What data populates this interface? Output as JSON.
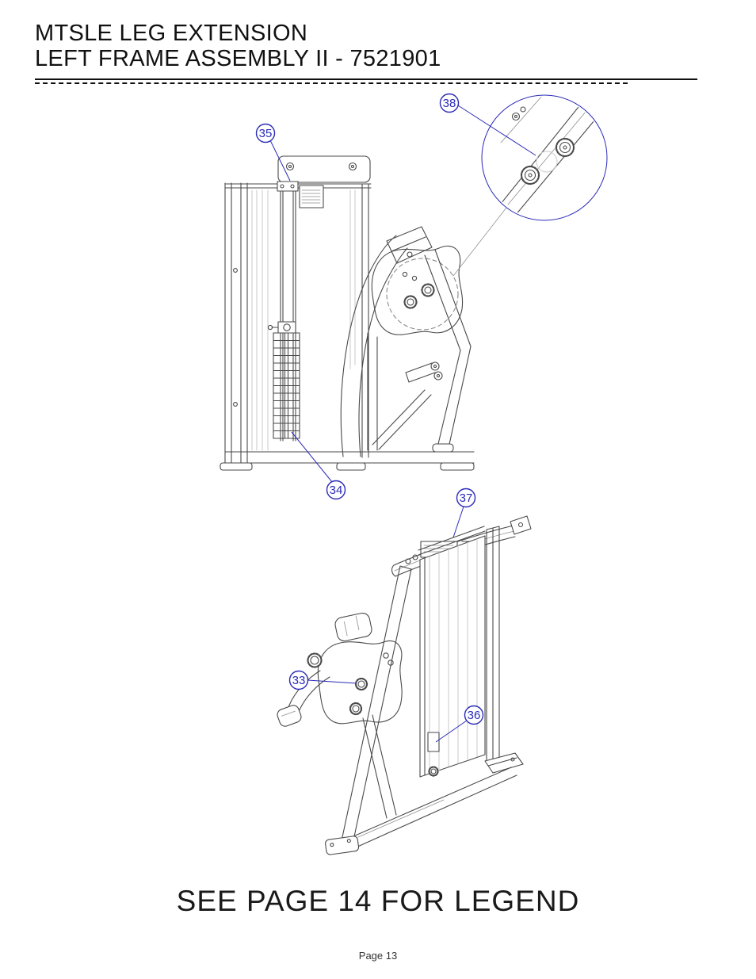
{
  "header": {
    "title_line1": "MTSLE LEG EXTENSION",
    "title_line2": "LEFT FRAME ASSEMBLY II - 7521901"
  },
  "footer": {
    "legend_note": "SEE PAGE 14 FOR LEGEND",
    "page_number": "Page 13"
  },
  "colors": {
    "callout_blue": "#2a2ab8",
    "drawing_line": "#4a4a4a"
  },
  "drawings": {
    "top": {
      "callouts": [
        {
          "number": "35"
        },
        {
          "number": "38"
        },
        {
          "number": "34"
        }
      ]
    },
    "bottom": {
      "callouts": [
        {
          "number": "37"
        },
        {
          "number": "33"
        },
        {
          "number": "36"
        }
      ]
    }
  }
}
